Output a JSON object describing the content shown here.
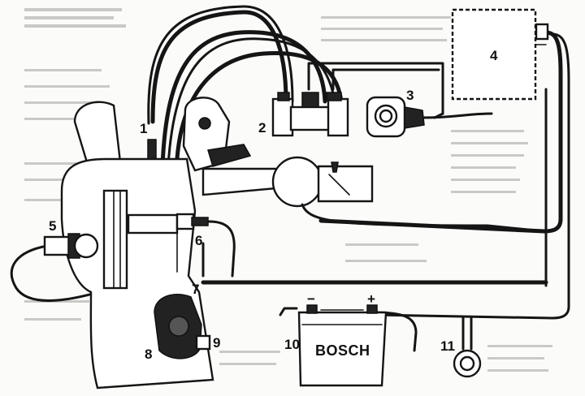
{
  "diagram": {
    "labels": [
      "1",
      "2",
      "3",
      "4",
      "5",
      "6",
      "7",
      "8",
      "9",
      "10",
      "11"
    ],
    "battery": {
      "brand": "BOSCH",
      "minus": "−",
      "plus": "+"
    }
  }
}
